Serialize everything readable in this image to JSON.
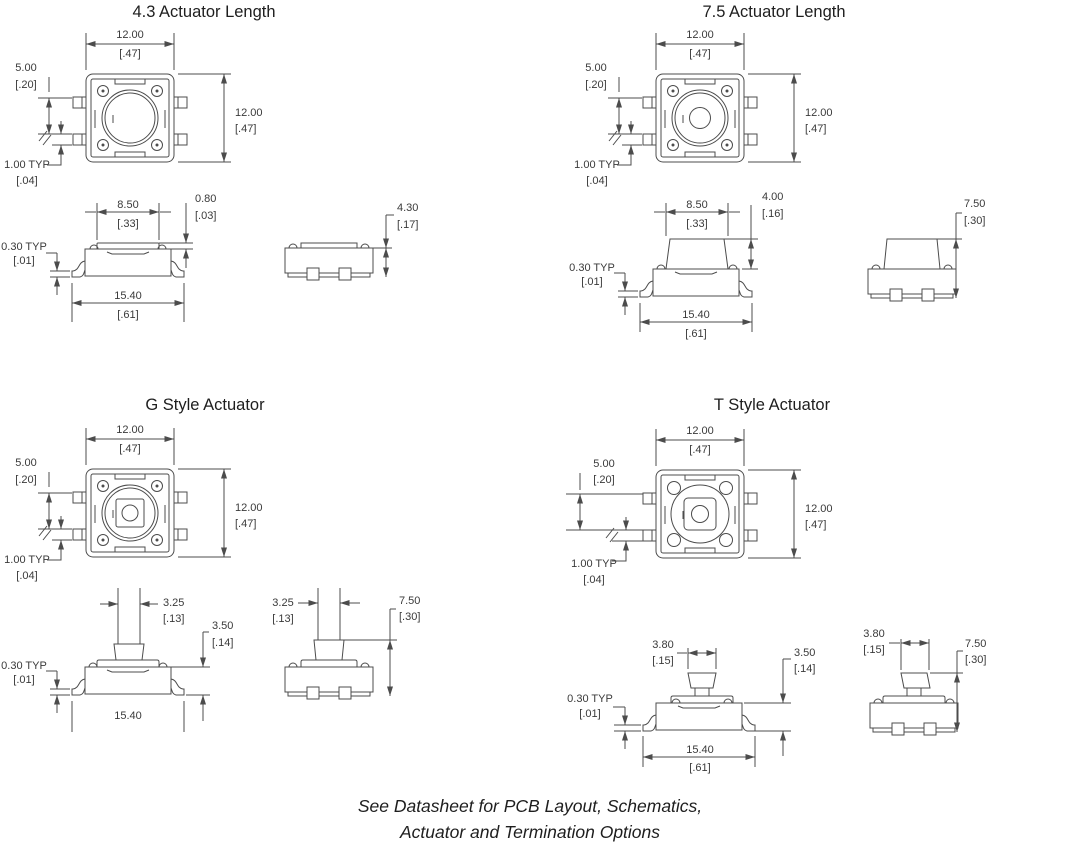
{
  "page": {
    "background": "#ffffff",
    "line_color": "#4c4c4c",
    "text_color": "#3a3a3a"
  },
  "footer": {
    "line1": "See Datasheet for PCB Layout, Schematics,",
    "line2": "Actuator and Termination Options"
  },
  "sections": [
    {
      "title": "4.3 Actuator Length",
      "top_view": {
        "width_mm": "12.00",
        "width_in": "[.47]",
        "height_mm": "12.00",
        "height_in": "[.47]",
        "pin_pitch_mm": "5.00",
        "pin_pitch_in": "[.20]",
        "pin_width_mm": "1.00 TYP",
        "pin_width_in": "[.04]"
      },
      "front_view": {
        "actuator_w_mm": "8.50",
        "actuator_w_in": "[.33]",
        "actuator_h_mm": "0.80",
        "actuator_h_in": "[.03]",
        "lead_t_mm": "0.30 TYP",
        "lead_t_in": "[.01]",
        "base_w_mm": "15.40",
        "base_w_in": "[.61]"
      },
      "side_view": {
        "height_mm": "4.30",
        "height_in": "[.17]"
      }
    },
    {
      "title": "7.5 Actuator Length",
      "top_view": {
        "width_mm": "12.00",
        "width_in": "[.47]",
        "height_mm": "12.00",
        "height_in": "[.47]",
        "pin_pitch_mm": "5.00",
        "pin_pitch_in": "[.20]",
        "pin_width_mm": "1.00 TYP",
        "pin_width_in": "[.04]"
      },
      "front_view": {
        "actuator_w_mm": "8.50",
        "actuator_w_in": "[.33]",
        "actuator_h_mm": "4.00",
        "actuator_h_in": "[.16]",
        "lead_t_mm": "0.30 TYP",
        "lead_t_in": "[.01]",
        "base_w_mm": "15.40",
        "base_w_in": "[.61]"
      },
      "side_view": {
        "height_mm": "7.50",
        "height_in": "[.30]"
      }
    },
    {
      "title": "G Style Actuator",
      "top_view": {
        "width_mm": "12.00",
        "width_in": "[.47]",
        "height_mm": "12.00",
        "height_in": "[.47]",
        "pin_pitch_mm": "5.00",
        "pin_pitch_in": "[.20]",
        "pin_width_mm": "1.00 TYP",
        "pin_width_in": "[.04]"
      },
      "front_view": {
        "stem_w_mm": "3.25",
        "stem_w_in": "[.13]",
        "body_h_mm": "3.50",
        "body_h_in": "[.14]",
        "lead_t_mm": "0.30 TYP",
        "lead_t_in": "[.01]",
        "base_w_mm": "15.40",
        "base_w_in": ""
      },
      "side_view": {
        "stem_w_mm": "3.25",
        "stem_w_in": "[.13]",
        "height_mm": "7.50",
        "height_in": "[.30]"
      }
    },
    {
      "title": "T Style Actuator",
      "top_view": {
        "width_mm": "12.00",
        "width_in": "[.47]",
        "height_mm": "12.00",
        "height_in": "[.47]",
        "pin_pitch_mm": "5.00",
        "pin_pitch_in": "[.20]",
        "pin_width_mm": "1.00 TYP",
        "pin_width_in": "[.04]"
      },
      "front_view": {
        "cap_w_mm": "3.80",
        "cap_w_in": "[.15]",
        "body_h_mm": "3.50",
        "body_h_in": "[.14]",
        "lead_t_mm": "0.30 TYP",
        "lead_t_in": "[.01]",
        "base_w_mm": "15.40",
        "base_w_in": "[.61]"
      },
      "side_view": {
        "cap_w_mm": "3.80",
        "cap_w_in": "[.15]",
        "height_mm": "7.50",
        "height_in": "[.30]"
      }
    }
  ]
}
